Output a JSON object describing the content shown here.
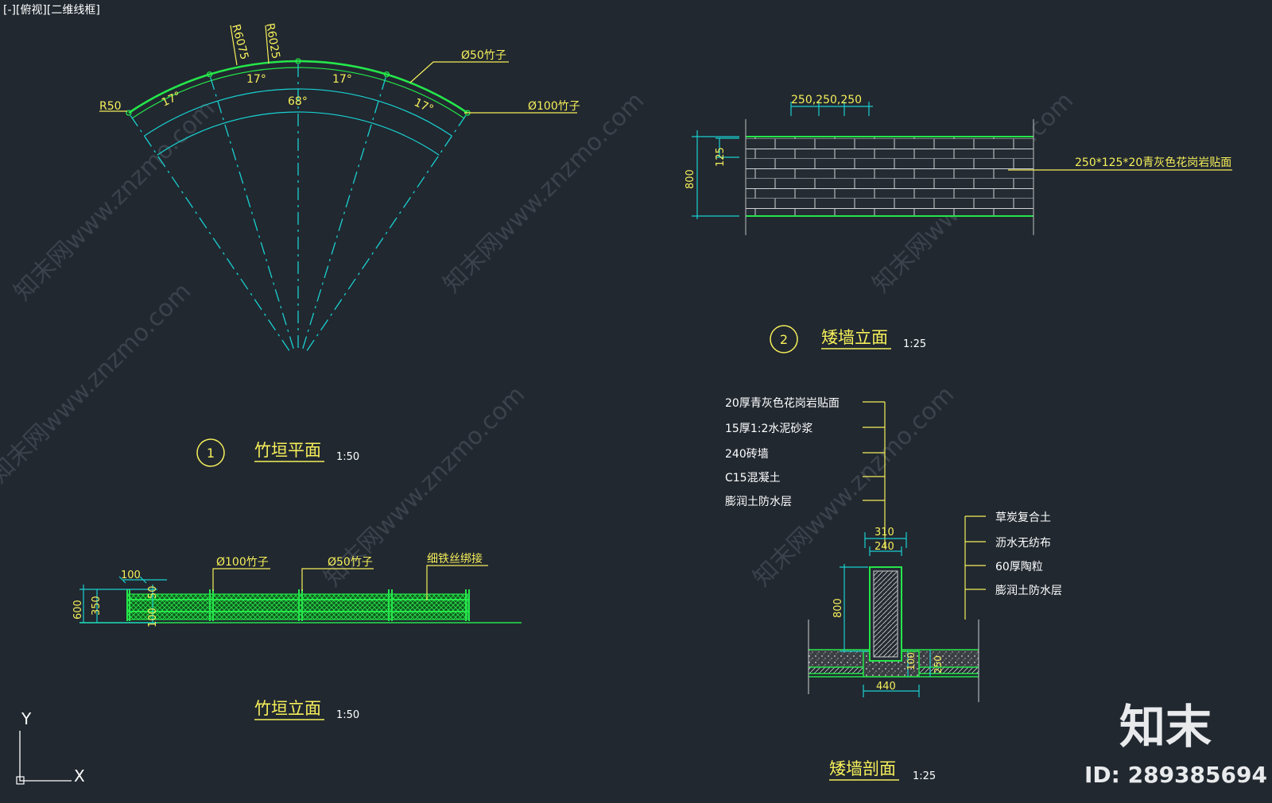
{
  "viewport": {
    "label": "[-][俯视][二维线框]"
  },
  "colors": {
    "background": "#212830",
    "yellow": "#f6ef5a",
    "green": "#25e64a",
    "cyan": "#19d0d0",
    "white": "#ffffff"
  },
  "plan": {
    "r50": "R50",
    "r6075": "R6075",
    "r6025": "R6025",
    "bamboo50": "Ø50竹子",
    "bamboo100": "Ø100竹子",
    "angle17a": "17°",
    "angle17b": "17°",
    "angle17c": "17°",
    "angle17d": "17°",
    "angle68": "68°",
    "title_num": "1",
    "title": "竹垣平面",
    "scale": "1:50"
  },
  "fence_elev": {
    "dim100": "100",
    "dim600": "600",
    "dim350": "350",
    "dim50": "50",
    "dim100b": "100",
    "bamboo100": "Ø100竹子",
    "bamboo50": "Ø50竹子",
    "wire": "细铁丝绑接",
    "title": "竹垣立面",
    "scale": "1:50"
  },
  "wall_elev": {
    "dims": "250,250,250",
    "dim125": "125",
    "dim800": "800",
    "material": "250*125*20青灰色花岗岩贴面",
    "title_num": "2",
    "title": "矮墙立面",
    "scale": "1:25"
  },
  "wall_section": {
    "layers_left": [
      "20厚青灰色花岗岩贴面",
      "15厚1:2水泥砂浆",
      "240砖墙",
      "C15混凝土",
      "膨润土防水层"
    ],
    "layers_right": [
      "草炭复合土",
      "沥水无纺布",
      "60厚陶粒",
      "膨润土防水层"
    ],
    "dim310": "310",
    "dim240": "240",
    "dim800": "800",
    "dim100": "100",
    "dim250": "250",
    "dim440": "440",
    "title": "矮墙剖面",
    "scale": "1:25"
  },
  "ucs": {
    "y": "Y",
    "x": "X"
  },
  "branding": {
    "logo": "知末",
    "id": "ID: 289385694",
    "watermark": "知末网www.znzmo.com"
  }
}
